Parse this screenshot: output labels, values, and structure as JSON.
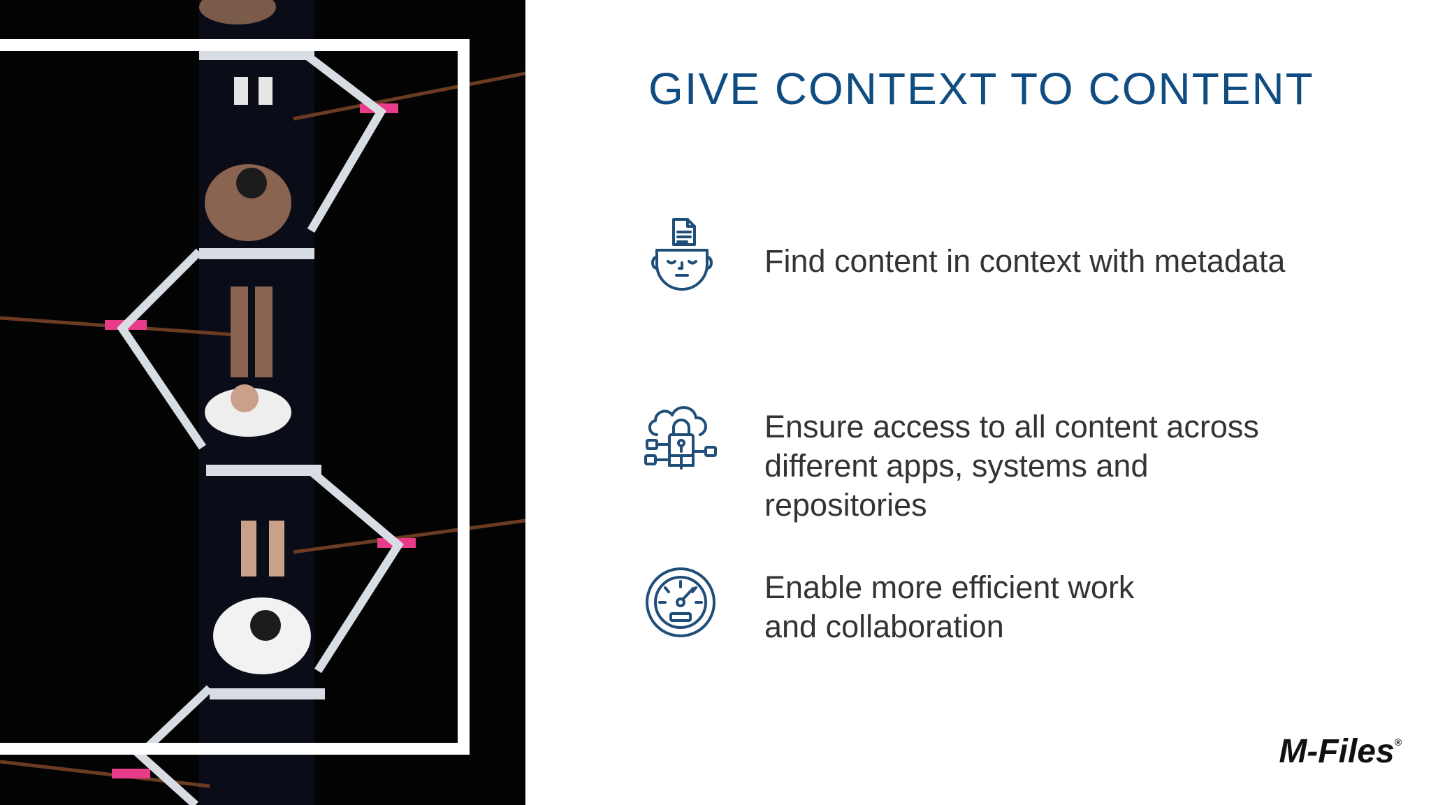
{
  "slide": {
    "title": "GIVE CONTEXT TO CONTENT",
    "items": [
      {
        "icon": "head-document-icon",
        "text_lines": [
          "Find content in context with metadata"
        ]
      },
      {
        "icon": "cloud-lock-network-icon",
        "text_lines": [
          "Ensure access to all content across",
          "different apps, systems and",
          "repositories"
        ]
      },
      {
        "icon": "speedometer-icon",
        "text_lines": [
          "Enable more efficient work",
          "and collaboration"
        ]
      }
    ],
    "logo": {
      "text": "M-Files",
      "mark": "®"
    }
  },
  "colors": {
    "title": "#0f4c81",
    "icon": "#1f4e79",
    "body_text": "#333333",
    "photo_bg": "#030303"
  },
  "photo": {
    "subject": "rowers-overhead-photo"
  }
}
